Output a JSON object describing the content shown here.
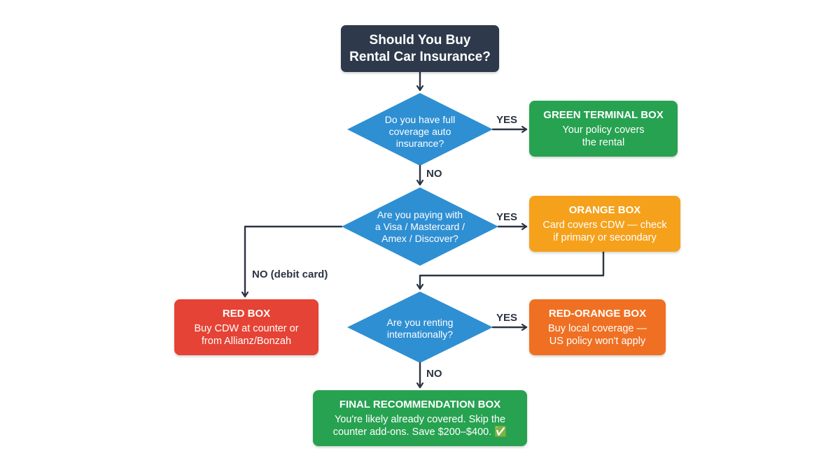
{
  "flowchart": {
    "start": {
      "line1": "Should You Buy",
      "line2": "Rental Car Insurance?"
    },
    "decisions": [
      {
        "lines": [
          "Do you have full",
          "coverage auto",
          "insurance?"
        ]
      },
      {
        "lines": [
          "Are you paying with",
          "a Visa / Mastercard /",
          "Amex / Discover?"
        ]
      },
      {
        "lines": [
          "Are you renting",
          "internationally?"
        ]
      }
    ],
    "outcomes": {
      "green": {
        "title": "GREEN TERMINAL BOX",
        "lines": [
          "Your policy covers",
          "the rental"
        ]
      },
      "orange": {
        "title": "ORANGE BOX",
        "lines": [
          "Card covers CDW — check",
          "if primary or secondary"
        ]
      },
      "red": {
        "title": "RED BOX",
        "lines": [
          "Buy CDW at counter or",
          "from Allianz/Bonzah"
        ]
      },
      "red_orange": {
        "title": "RED-ORANGE BOX",
        "lines": [
          "Buy local coverage —",
          "US policy won't apply"
        ]
      },
      "final": {
        "title": "FINAL RECOMMENDATION BOX",
        "lines": [
          "You're likely already covered. Skip the",
          "counter add-ons. Save $200–$400. ✅"
        ]
      }
    },
    "edge_labels": {
      "yes1": "YES",
      "no1": "NO",
      "yes2": "YES",
      "no_debit": "NO (debit card)",
      "yes3": "YES",
      "no3": "NO"
    }
  },
  "colors": {
    "start": "#2e3a4b",
    "decision": "#2f8fd3",
    "green": "#27a251",
    "orange": "#f5a11c",
    "red": "#e54335",
    "red_orange": "#ef7022",
    "connector": "#2b3442"
  }
}
